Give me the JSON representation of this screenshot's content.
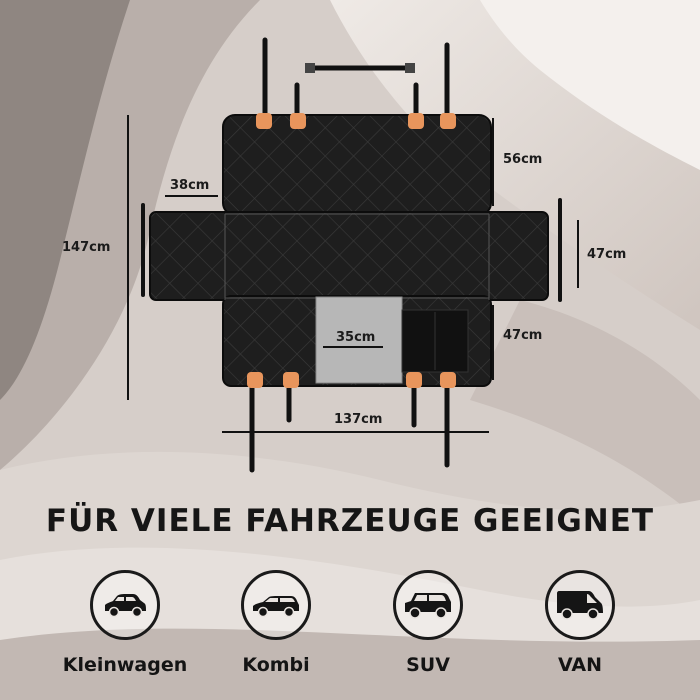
{
  "dimensions": {
    "total_height": "147cm",
    "side_flap_width": "38cm",
    "top_height": "56cm",
    "side_flap_height": "47cm",
    "bottom_height": "47cm",
    "pocket_width": "35cm",
    "total_width": "137cm"
  },
  "headline": "FÜR VIELE FAHRZEUGE GEEIGNET",
  "vehicles": [
    {
      "label": "Kleinwagen",
      "icon": "small-car-icon"
    },
    {
      "label": "Kombi",
      "icon": "station-wagon-icon"
    },
    {
      "label": "SUV",
      "icon": "suv-icon"
    },
    {
      "label": "VAN",
      "icon": "van-icon"
    }
  ],
  "colors": {
    "mat": "#1c1c1c",
    "strap_tab": "#e8955c",
    "pocket": "#b7b7b7",
    "text": "#161616"
  }
}
